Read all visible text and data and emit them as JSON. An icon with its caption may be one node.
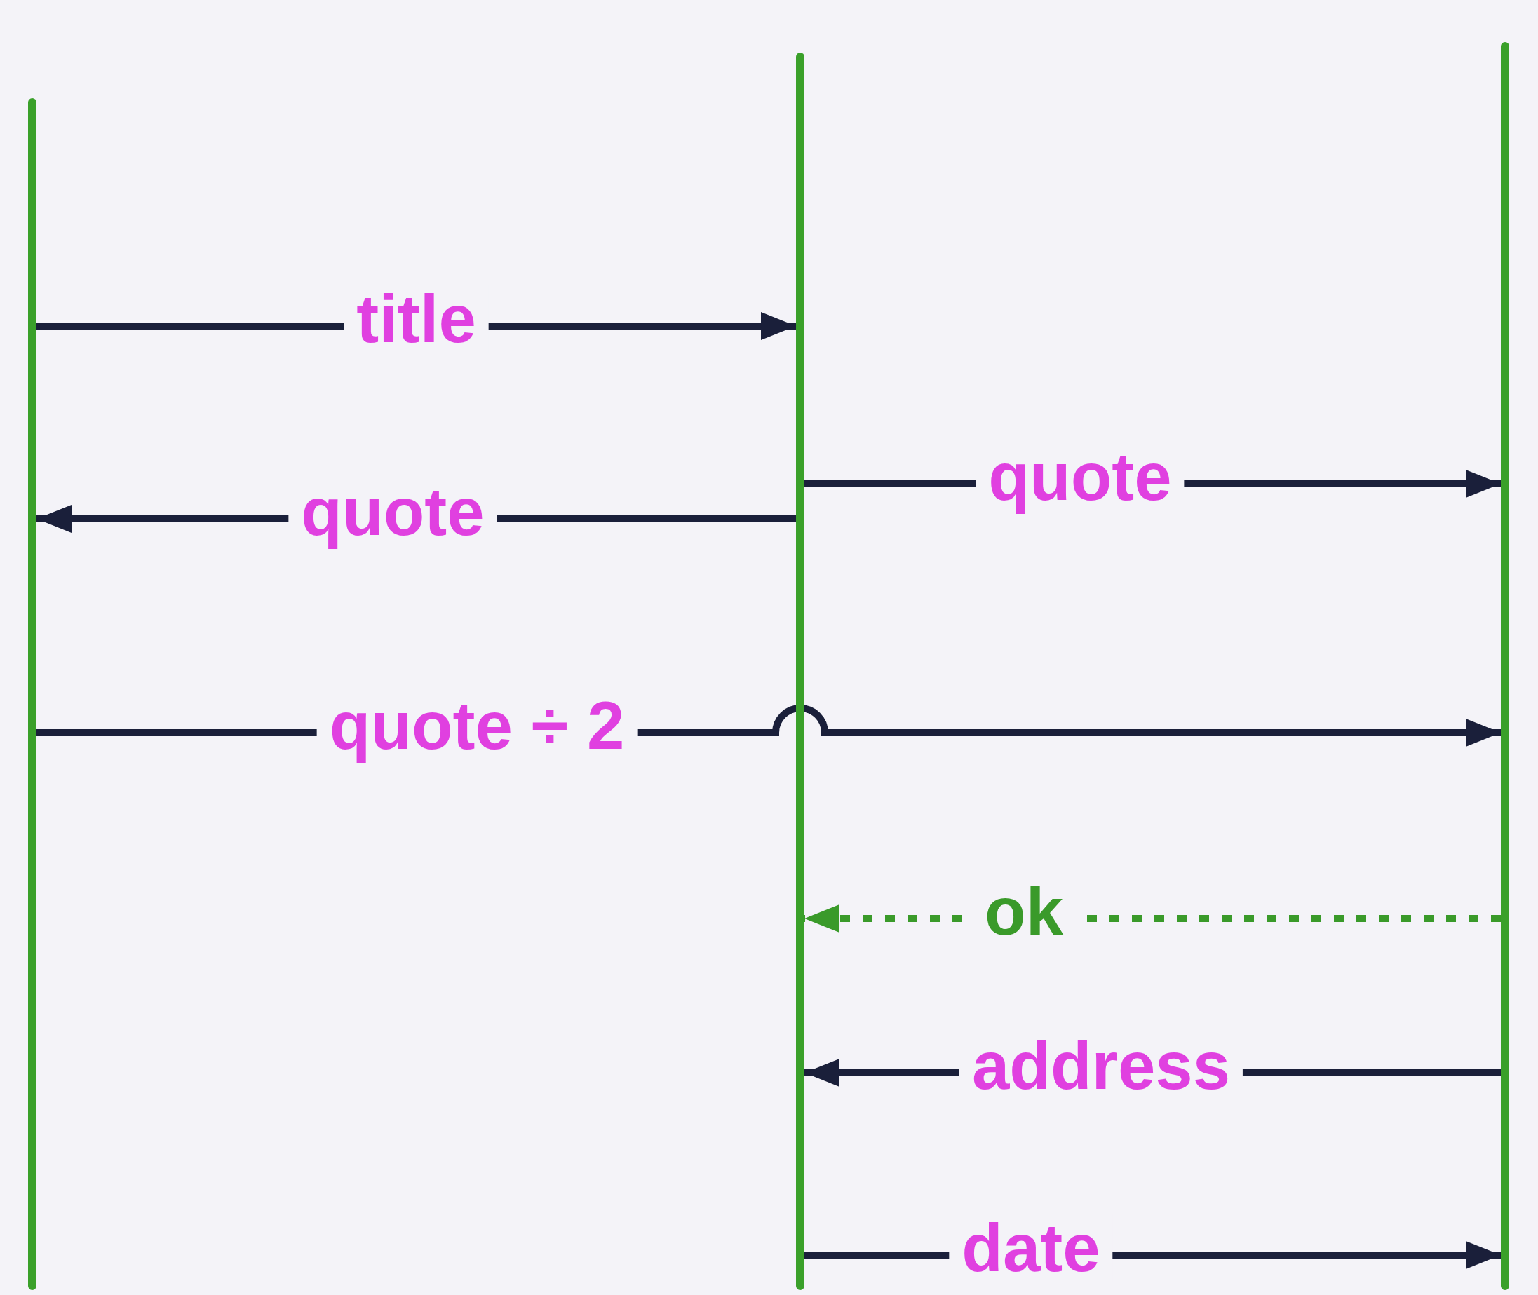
{
  "diagram": {
    "nodes": [
      {
        "text": [],
        "shape": "line"
      },
      {
        "text": [],
        "shape": "line"
      },
      {
        "text": [],
        "shape": "line"
      }
    ],
    "edges": [
      {
        "from": 0,
        "to": 1,
        "arrow": "to",
        "label": "title"
      },
      {
        "from": 1,
        "to": 0,
        "arrow": "to",
        "label": "quote"
      },
      {
        "from": 1,
        "to": 2,
        "arrow": "to",
        "label": "quote"
      },
      {
        "from": 0,
        "to": 2,
        "arrow": "to",
        "label": "quote ÷ 2"
      },
      {
        "from": 2,
        "to": 1,
        "arrow": "to",
        "label": "ok",
        "style": "dashed",
        "color": "#3a9a2a"
      },
      {
        "from": 2,
        "to": 1,
        "arrow": "to",
        "label": "address"
      },
      {
        "from": 1,
        "to": 2,
        "arrow": "to",
        "label": "date"
      }
    ]
  }
}
